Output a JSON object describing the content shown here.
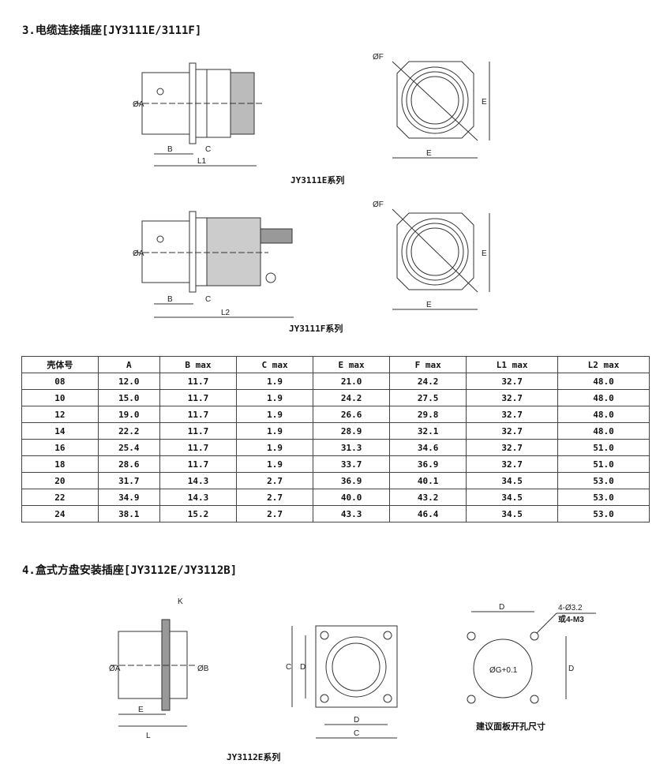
{
  "section3": {
    "title": "3.电缆连接插座[JY3111E/3111F]",
    "caption_e": "JY3111E系列",
    "caption_f": "JY3111F系列",
    "labels": {
      "a": "ØA",
      "b": "B",
      "c": "C",
      "l1": "L1",
      "l2": "L2",
      "f": "ØF",
      "e": "E"
    }
  },
  "table": {
    "headers": [
      "壳体号",
      "A",
      "B max",
      "C max",
      "E max",
      "F max",
      "L1 max",
      "L2 max"
    ],
    "rows": [
      [
        "08",
        "12.0",
        "11.7",
        "1.9",
        "21.0",
        "24.2",
        "32.7",
        "48.0"
      ],
      [
        "10",
        "15.0",
        "11.7",
        "1.9",
        "24.2",
        "27.5",
        "32.7",
        "48.0"
      ],
      [
        "12",
        "19.0",
        "11.7",
        "1.9",
        "26.6",
        "29.8",
        "32.7",
        "48.0"
      ],
      [
        "14",
        "22.2",
        "11.7",
        "1.9",
        "28.9",
        "32.1",
        "32.7",
        "48.0"
      ],
      [
        "16",
        "25.4",
        "11.7",
        "1.9",
        "31.3",
        "34.6",
        "32.7",
        "51.0"
      ],
      [
        "18",
        "28.6",
        "11.7",
        "1.9",
        "33.7",
        "36.9",
        "32.7",
        "51.0"
      ],
      [
        "20",
        "31.7",
        "14.3",
        "2.7",
        "36.9",
        "40.1",
        "34.5",
        "53.0"
      ],
      [
        "22",
        "34.9",
        "14.3",
        "2.7",
        "40.0",
        "43.2",
        "34.5",
        "53.0"
      ],
      [
        "24",
        "38.1",
        "15.2",
        "2.7",
        "43.3",
        "46.4",
        "34.5",
        "53.0"
      ]
    ]
  },
  "section4": {
    "title": "4.盒式方盘安装插座[JY3112E/JY3112B]",
    "caption": "JY3112E系列",
    "panel_caption": "建议面板开孔尺寸",
    "labels": {
      "k": "K",
      "a": "ØA",
      "b": "ØB",
      "e": "E",
      "l": "L",
      "c": "C",
      "d": "D",
      "hole": "4-Ø3.2",
      "hole_alt": "或4-M3",
      "cut": "ØG+0.1"
    }
  }
}
